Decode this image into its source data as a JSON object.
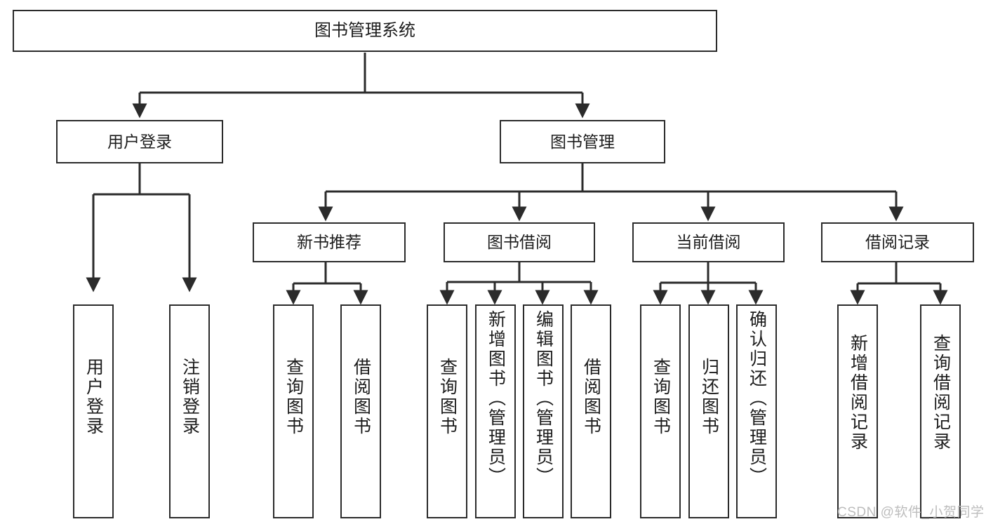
{
  "diagram": {
    "title": "图书管理系统",
    "watermark": "CSDN @软件_小贺同学",
    "stroke_color": "#2b2b2b",
    "background_color": "#ffffff",
    "text_color": "#1c1c1c",
    "watermark_color": "#bdbdbd"
  },
  "nodes": {
    "root": {
      "label": "图书管理系统"
    },
    "level2": [
      {
        "id": "user-login",
        "label": "用户登录"
      },
      {
        "id": "book-manage",
        "label": "图书管理"
      }
    ],
    "level3": [
      {
        "id": "new-book-recommend",
        "label": "新书推荐"
      },
      {
        "id": "book-borrow",
        "label": "图书借阅"
      },
      {
        "id": "current-borrow",
        "label": "当前借阅"
      },
      {
        "id": "borrow-record",
        "label": "借阅记录"
      }
    ],
    "leaves": {
      "user_login": [
        {
          "id": "leaf-user-login",
          "label": "用户登录"
        },
        {
          "id": "leaf-user-logout",
          "label": "注销登录"
        }
      ],
      "new_book_recommend": [
        {
          "id": "leaf-query-book-1",
          "label": "查询图书"
        },
        {
          "id": "leaf-borrow-book-1",
          "label": "借阅图书"
        }
      ],
      "book_borrow": [
        {
          "id": "leaf-query-book-2",
          "label": "查询图书"
        },
        {
          "id": "leaf-add-book",
          "label": "新增图书（管理员）"
        },
        {
          "id": "leaf-edit-book",
          "label": "编辑图书（管理员）"
        },
        {
          "id": "leaf-borrow-book-2",
          "label": "借阅图书"
        }
      ],
      "current_borrow": [
        {
          "id": "leaf-query-book-3",
          "label": "查询图书"
        },
        {
          "id": "leaf-return-book",
          "label": "归还图书"
        },
        {
          "id": "leaf-confirm-return",
          "label": "确认归还（管理员）"
        }
      ],
      "borrow_record": [
        {
          "id": "leaf-add-record",
          "label": "新增借阅记录"
        },
        {
          "id": "leaf-query-record",
          "label": "查询借阅记录"
        }
      ]
    }
  }
}
